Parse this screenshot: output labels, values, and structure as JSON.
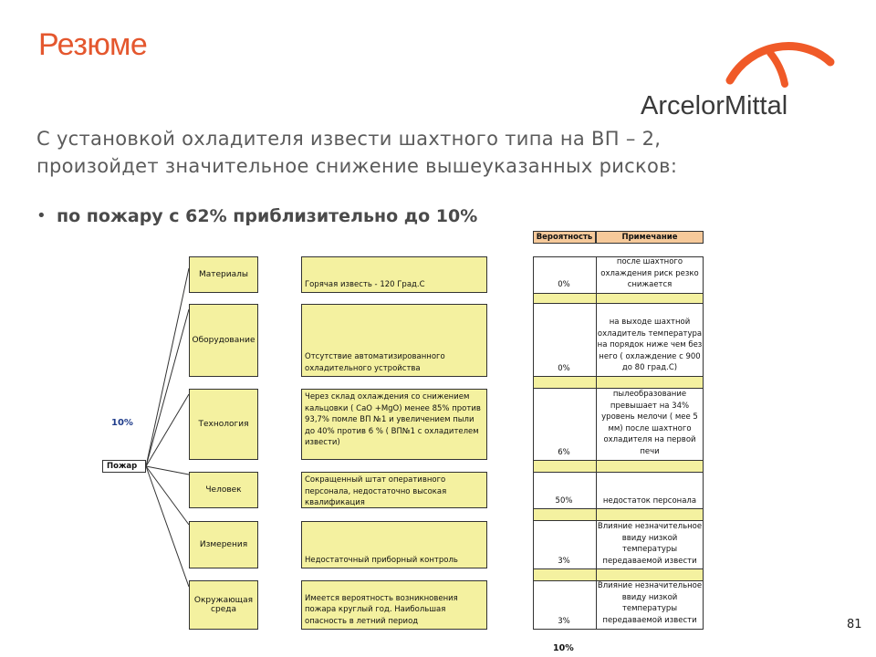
{
  "title": "Резюме",
  "logo": {
    "text": "ArcelorMittal"
  },
  "subtitle": [
    "С установкой охладителя извести шахтного типа на ВП – 2,",
    "произойдет значительное снижение вышеуказанных рисков:"
  ],
  "bullet": "по пожару с 62% приблизительно до 10%",
  "diagram": {
    "root_label": "Пожар",
    "root_value": "10%",
    "total": "10%",
    "headers": {
      "probability": "Вероятность",
      "note": "Примечание"
    },
    "rows": [
      {
        "category": "Материалы",
        "description": "Горячая известь - 120 Град.С",
        "probability": "0%",
        "note": "после шахтного охлаждения риск резко снижается"
      },
      {
        "category": "Оборудование",
        "description": "Отсутствие автоматизированного охладительного устройства",
        "probability": "0%",
        "note": "на выходе шахтной охладитель температура на порядок ниже чем без него ( охлаждение с 900 до 80 град.С)"
      },
      {
        "category": "Технология",
        "description": "Через склад охлаждения со снижением кальцовки ( CaO +MgO) менее 85% против 93,7% помле ВП №1 и увеличением пыли до 40% против 6 % ( ВП№1 с охладителем извести)",
        "probability": "6%",
        "note": "пылеобразование превышает на 34% уровень мелочи ( мее 5 мм) после шахтного охладителя на первой печи"
      },
      {
        "category": "Человек",
        "description": "Сокращенный штат оперативного персонала, недостаточно высокая квалификация",
        "probability": "50%",
        "note": "недостаток персонала"
      },
      {
        "category": "Измерения",
        "description": "Недостаточный приборный контроль",
        "probability": "3%",
        "note": "Влияние незначительное ввиду низкой температуры передаваемой извести"
      },
      {
        "category": "Окружающая среда",
        "description": "Имеется вероятность возникновения пожара круглый год. Наибольшая опасность в летний период",
        "probability": "3%",
        "note": "Влияние незначительное ввиду низкой температуры передаваемой извести"
      }
    ]
  },
  "page_number": "81",
  "colors": {
    "title": "#e4572e",
    "box_fill": "#f4f1a0",
    "header_fill": "#f6c99a",
    "logo_arc": "#f05a28"
  }
}
